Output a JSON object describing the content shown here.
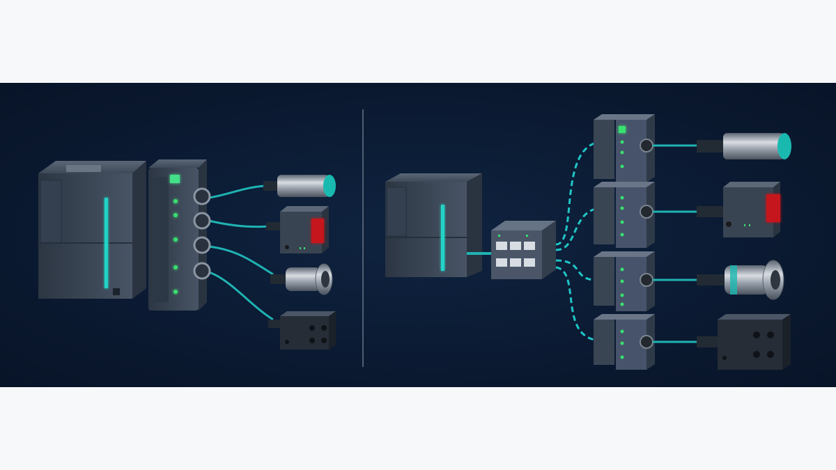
{
  "image": {
    "top_band_color": "#f7f8fa",
    "bottom_band_color": "#f7f8fa",
    "scene_background": "#0b1a33",
    "accent_cable": "#1fb3b3",
    "led_green": "#39e070",
    "device_body": "#3b4656",
    "sensor_lens": "#1ab9b0",
    "laser_red": "#c4141c",
    "divider_color": "#8b93a3"
  },
  "left_panel": {
    "devices": [
      "plc-controller",
      "io-module",
      "cylindrical-sensor",
      "laser-sensor",
      "flange-sensor",
      "block-sensor"
    ],
    "io_module_ports": 4
  },
  "right_panel": {
    "devices": [
      "plc-controller",
      "ethernet-switch",
      "io-link-hub-1",
      "io-link-hub-2",
      "io-link-hub-3",
      "io-link-hub-4",
      "cylindrical-sensor",
      "laser-sensor",
      "flange-sensor",
      "block-sensor"
    ],
    "switch_ports": 6,
    "hub_count": 4
  }
}
